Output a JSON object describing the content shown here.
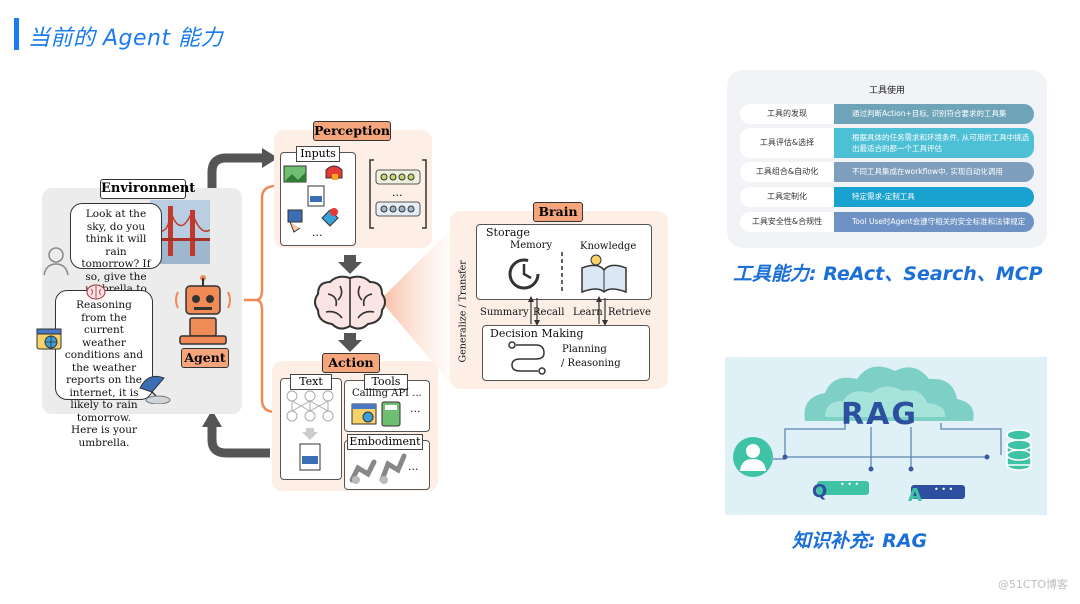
{
  "title": "当前的 Agent 能力",
  "diagram": {
    "environment": "Environment",
    "bubble_question": "Look at the sky, do you think it will rain tomorrow? If so, give the umbrella to me.",
    "bubble_answer": "Reasoning from the current weather conditions and the weather reports on the internet, it is likely to rain tomorrow. Here is your umbrella.",
    "agent": "Agent",
    "perception": "Perception",
    "inputs": "Inputs",
    "ellipsis": "...",
    "brain": "Brain",
    "storage": "Storage",
    "memory": "Memory",
    "knowledge": "Knowledge",
    "summary": "Summary",
    "recall": "Recall",
    "learn": "Learn",
    "retrieve": "Retrieve",
    "generalize": "Generalize / Transfer",
    "decision_making": "Decision Making",
    "planning": "Planning",
    "reasoning": "/ Reasoning",
    "action": "Action",
    "text": "Text",
    "tools": "Tools",
    "calling_api": "Calling API ...",
    "embodiment": "Embodiment"
  },
  "tools_panel": {
    "title": "工具使用",
    "rows": [
      {
        "name": "工具的发现",
        "desc": "通过判断Action+目标, 识别符合要求的工具集",
        "color": "#6fa3b7"
      },
      {
        "name": "工具评估&选择",
        "desc": "根据具体的任务需求和环境条件, 从可用的工具中挑选出最适合的那一个工具评估",
        "color": "#4ec0d6"
      },
      {
        "name": "工具组合&自动化",
        "desc": "不同工具集成在workflow中, 实现自动化调用",
        "color": "#7d9fbd"
      },
      {
        "name": "工具定制化",
        "desc": "特定需求-定制工具",
        "color": "#1aa2cf"
      },
      {
        "name": "工具安全性&合规性",
        "desc": "Tool Use时Agent会遵守相关的安全标准和法律规定",
        "color": "#6e92c4"
      }
    ],
    "caption": "工具能力: ReAct、Search、MCP"
  },
  "rag": {
    "label": "RAG",
    "q": "Q",
    "a": "A",
    "dots": "• • •",
    "caption": "知识补充: RAG"
  },
  "watermark": "@51CTO博客",
  "colors": {
    "accent": "#1a7cf0",
    "orange": "#f4a57c",
    "orange_bg": "#fdeee6"
  }
}
